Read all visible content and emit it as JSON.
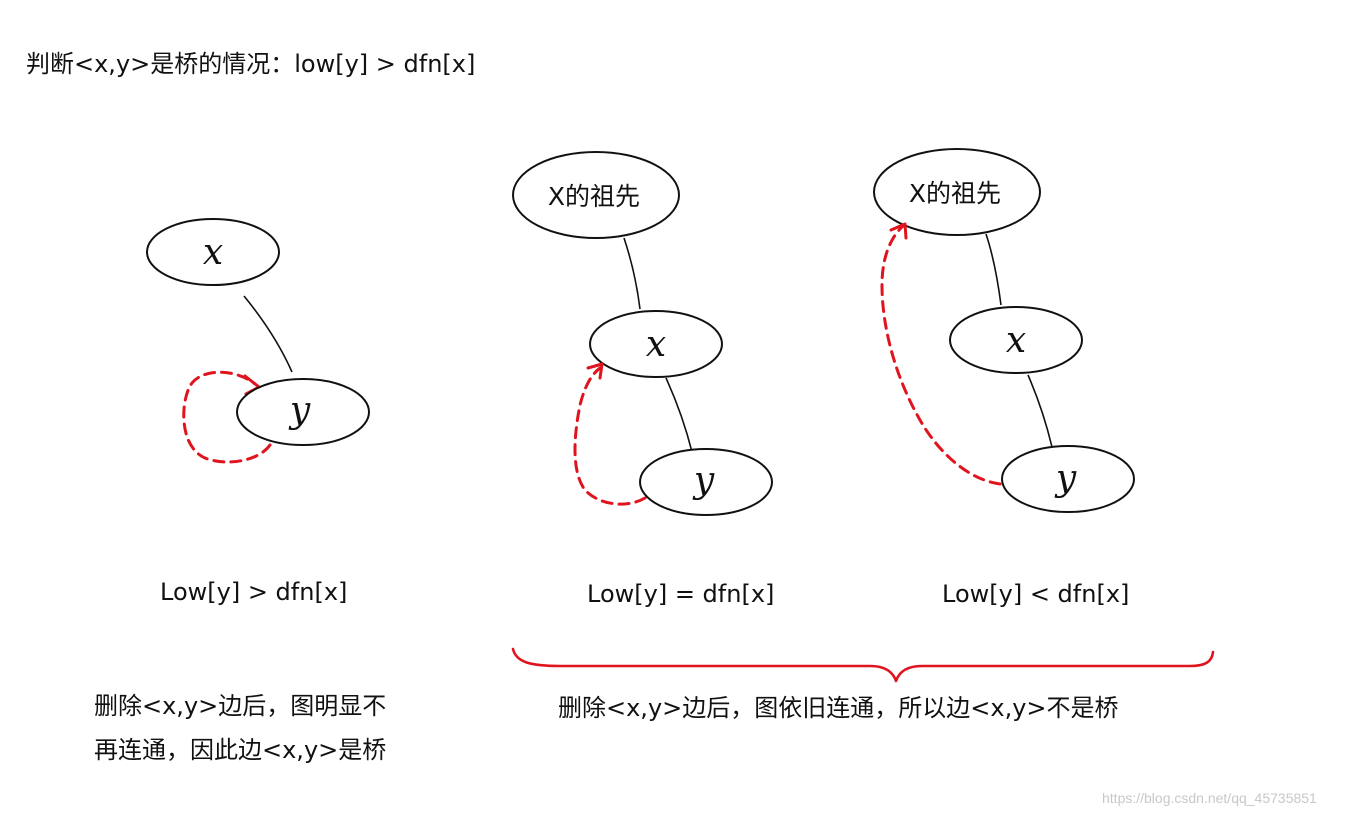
{
  "title": "判断<x,y>是桥的情况：low[y] > dfn[x]",
  "nodes": {
    "x": "x",
    "y": "y",
    "ancestor": "X的祖先"
  },
  "captions": {
    "case1": "Low[y] > dfn[x]",
    "case2": "Low[y] = dfn[x]",
    "case3": "Low[y] < dfn[x]"
  },
  "notes": {
    "case1_line1": "删除<x,y>边后，图明显不",
    "case1_line2": "再连通，因此边<x,y>是桥",
    "case23": "删除<x,y>边后，图依旧连通，所以边<x,y>不是桥"
  },
  "watermark": "https://blog.csdn.net/qq_45735851",
  "colors": {
    "back_edge": "#e0141e",
    "tree_edge": "#111111"
  }
}
